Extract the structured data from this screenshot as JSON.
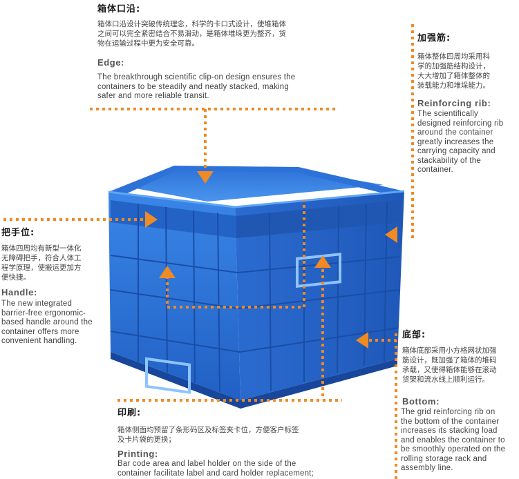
{
  "colors": {
    "accent_orange": "#f08a24",
    "crate_blue": "#2a6fd6",
    "crate_dark": "#1d4fa8",
    "text_dark": "#1a1a1a",
    "text_body": "#444444"
  },
  "edge": {
    "title": "箱体口沿:",
    "cn": [
      "箱体口沿设计突破传统理念，科学的卡口式设计，使堆箱体",
      "之间可以完全紧密结合不易滑动，是箱体堆垛更为整齐，货",
      "物在运输过程中更为安全可靠。"
    ],
    "en_title": "Edge:",
    "en": [
      "The breakthrough scientific clip-on design ensures the",
      "containers to be steadily and neatly stacked, making",
      "safer and more reliable transit."
    ]
  },
  "rib": {
    "title": "加强筋:",
    "cn": [
      "箱体整体四周均采用科",
      "学的加强筋结构设计，",
      "大大增加了箱体整体的",
      "装载能力和堆垛能力。"
    ],
    "en_title": "Reinforcing rib:",
    "en": [
      "The scientifically",
      "designed reinforcing rib",
      "around the container",
      "greatly increases the",
      "carrying capacity and",
      "stackability of the",
      "container."
    ]
  },
  "handle": {
    "title": "把手位:",
    "cn": [
      "箱体四周均有新型一体化",
      "无障碍把手，符合人体工",
      "程学原理，使搬运更加方",
      "便快捷。"
    ],
    "en_title": "Handle:",
    "en": [
      "The new integrated",
      "barrier-free ergonomic-",
      "based handle around the",
      "container offers more",
      "convenient handling."
    ]
  },
  "bottom": {
    "title": "底部:",
    "cn": [
      "箱体底部采用小方格网状加强",
      "筋设计，既加强了箱体的堆码",
      "承载，又使得箱体能够在滚动",
      "货架和流水线上顺利运行。"
    ],
    "en_title": "Bottom:",
    "en": [
      "The grid reinforcing rib on",
      "the bottom of the container",
      "increases its stacking load",
      "and enables the container to",
      "be smoothly operated on the",
      "rolling storage rack and",
      "assembly line."
    ]
  },
  "printing": {
    "title": "印刷:",
    "cn": [
      "箱体侧面均预留了条形码区及标签夹卡位，方便客户标签",
      "及卡片袋的更换；"
    ],
    "en_title": "Printing:",
    "en": [
      "Bar code area and label holder on the side of the",
      "container facilitate label and card holder replacement;"
    ]
  }
}
